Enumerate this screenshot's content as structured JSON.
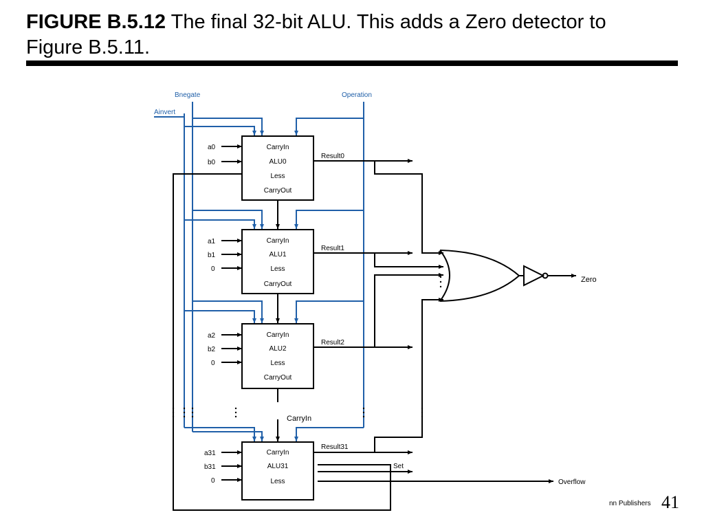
{
  "title": {
    "figure_label": "FIGURE B.5.12",
    "caption": "The final 32-bit ALU. This adds a Zero detector to Figure B.5.11."
  },
  "diagram": {
    "control_labels": {
      "bnegate": "Bnegate",
      "operation": "Operation",
      "ainvert": "Ainvert"
    },
    "alus": [
      {
        "inputs": [
          "a0",
          "b0"
        ],
        "lines": [
          "CarryIn",
          "ALU0",
          "Less",
          "CarryOut"
        ],
        "result": "Result0"
      },
      {
        "inputs": [
          "a1",
          "b1",
          "0"
        ],
        "lines": [
          "CarryIn",
          "ALU1",
          "Less",
          "CarryOut"
        ],
        "result": "Result1"
      },
      {
        "inputs": [
          "a2",
          "b2",
          "0"
        ],
        "lines": [
          "CarryIn",
          "ALU2",
          "Less",
          "CarryOut"
        ],
        "result": "Result2"
      },
      {
        "inputs": [
          "a31",
          "b31",
          "0"
        ],
        "lines": [
          "CarryIn",
          "ALU31",
          "Less"
        ],
        "result": "Result31"
      }
    ],
    "carry_in_label": "CarryIn",
    "set_label": "Set",
    "overflow_label": "Overflow",
    "zero_label": "Zero",
    "colors": {
      "control_wire": "#1f5fa8",
      "wire": "#000000"
    }
  },
  "footer": {
    "publisher": "nn Publishers",
    "page_number": "41"
  }
}
